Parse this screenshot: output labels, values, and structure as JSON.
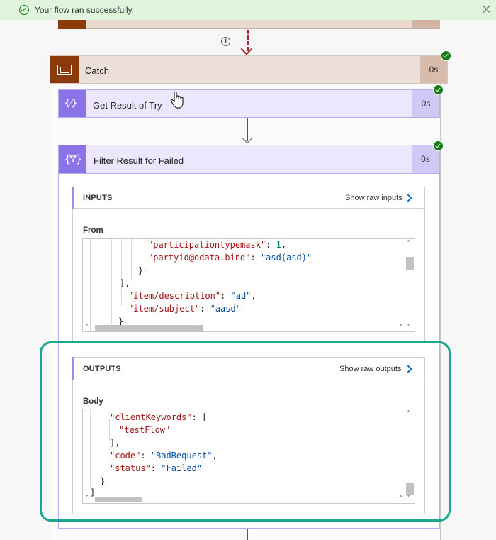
{
  "banner": {
    "message": "Your flow ran successfully.",
    "status_color": "#107c10",
    "icons": [
      "check-circle-icon",
      "close-icon"
    ]
  },
  "catch": {
    "title": "Catch",
    "duration": "0s",
    "color": "#8a3a0b"
  },
  "get_result": {
    "title": "Get Result of Try",
    "duration": "0s"
  },
  "filter": {
    "title": "Filter Result for Failed",
    "duration": "0s",
    "inputs": {
      "title": "INPUTS",
      "raw_link": "Show raw inputs",
      "field_label": "From",
      "code": [
        {
          "k": "\"participationtypemask\"",
          "sep": ": ",
          "v": "1",
          "vt": "n",
          "end": ","
        },
        {
          "k": "\"partyid@odata.bind\"",
          "sep": ": ",
          "v": "\"asd(asd)\"",
          "vt": "s",
          "end": ""
        },
        {
          "p": "}"
        },
        {
          "p": "],"
        },
        {
          "k": "\"item/description\"",
          "sep": ": ",
          "v": "\"ad\"",
          "vt": "s",
          "end": ","
        },
        {
          "k": "\"item/subject\"",
          "sep": ": ",
          "v": "\"aasd\"",
          "vt": "s",
          "end": ""
        },
        {
          "p": "}"
        }
      ]
    },
    "outputs": {
      "title": "OUTPUTS",
      "raw_link": "Show raw outputs",
      "field_label": "Body",
      "code": [
        {
          "k": "\"clientKeywords\"",
          "sep": ": ",
          "p": "["
        },
        {
          "v": "\"testFlow\"",
          "vt": "k"
        },
        {
          "p": "],"
        },
        {
          "k": "\"code\"",
          "sep": ": ",
          "v": "\"BadRequest\"",
          "vt": "s",
          "end": ","
        },
        {
          "k": "\"status\"",
          "sep": ": ",
          "v": "\"Failed\"",
          "vt": "s",
          "end": ""
        },
        {
          "p": "}"
        },
        {
          "p": "]"
        }
      ]
    }
  },
  "colors": {
    "action_accent": "#8a73e6",
    "highlight": "#1ba68f",
    "link": "#0f6cbd"
  }
}
